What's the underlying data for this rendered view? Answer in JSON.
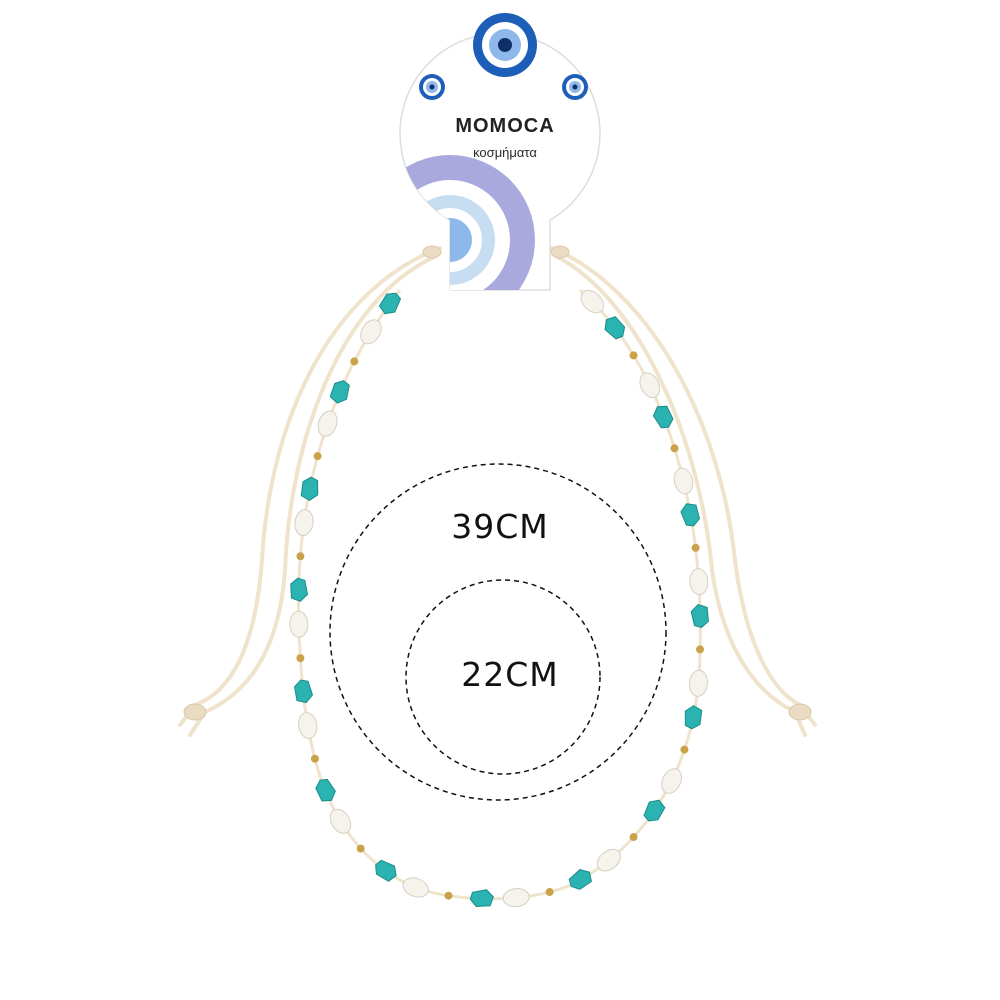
{
  "tag": {
    "brand_name": "MOMOCA",
    "brand_subtitle": "κοσμήματα"
  },
  "dimensions": {
    "outer_label": "39CM",
    "inner_label": "22CM"
  },
  "colors": {
    "cord": "#efe3cc",
    "turquoise": "#2ab3b0",
    "shell": "#f6f3ec",
    "gold_bead": "#caa24a",
    "eye_blue": "#1d5fb8",
    "eye_light": "#8fb8ea",
    "tag_arc": "#aaa9de"
  }
}
